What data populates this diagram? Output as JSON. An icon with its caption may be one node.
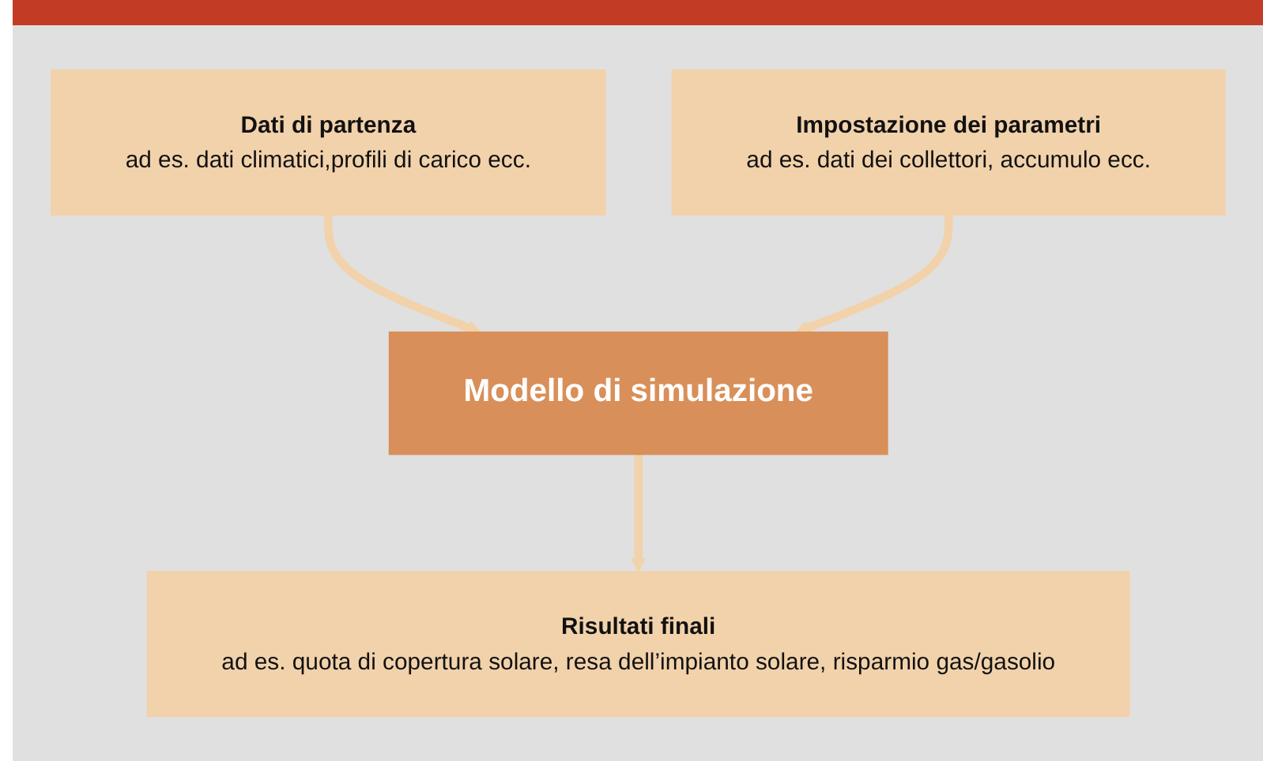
{
  "diagram": {
    "nodes": [
      {
        "text": [
          "Dati di partenza",
          "ad es. dati climatici,profili di carico ecc."
        ]
      },
      {
        "text": [
          "Impostazione dei parametri",
          "ad es. dati dei collettori, accumulo ecc."
        ]
      },
      {
        "text": [
          "Modello di simulazione"
        ]
      },
      {
        "text": [
          "Risultati finali",
          "ad es. quota di copertura solare, resa dell’impianto solare, risparmio gas/gasolio"
        ]
      }
    ],
    "edges": [
      {
        "from": 0,
        "to": 2,
        "arrow": "to"
      },
      {
        "from": 1,
        "to": 2,
        "arrow": "to"
      },
      {
        "from": 2,
        "to": 3,
        "arrow": "to"
      }
    ]
  }
}
